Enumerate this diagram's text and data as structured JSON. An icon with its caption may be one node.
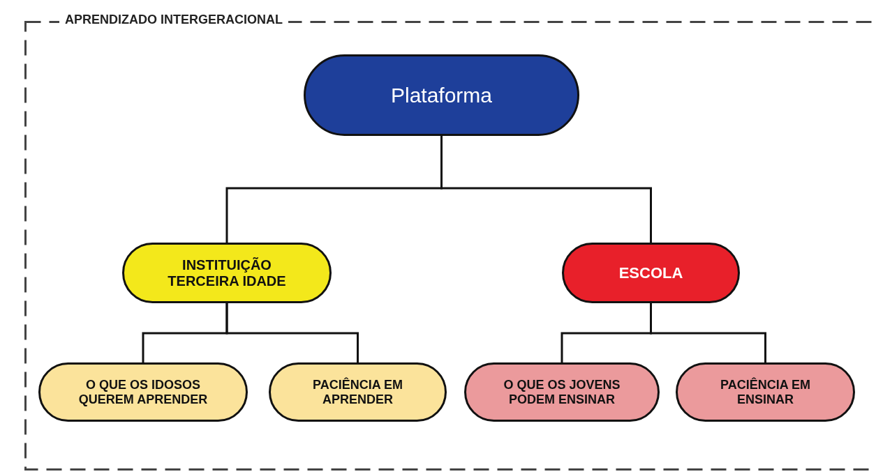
{
  "diagram": {
    "nodes": [
      {
        "text": [
          "APRENDIZADO INTERGERACIONAL"
        ]
      },
      {
        "text": [
          "Plataforma"
        ],
        "in": 0
      },
      {
        "text": [
          "INSTITUIÇÃO TERCEIRA IDADE"
        ],
        "in": 0
      },
      {
        "text": [
          "ESCOLA"
        ],
        "in": 0
      },
      {
        "text": [
          "O QUE OS IDOSOS QUEREM APRENDER"
        ],
        "in": 0
      },
      {
        "text": [
          "PACIÊNCIA EM APRENDER"
        ],
        "in": 0
      },
      {
        "text": [
          "O QUE OS JOVENS PODEM ENSINAR"
        ],
        "in": 0
      },
      {
        "text": [
          "PACIÊNCIA EM ENSINAR"
        ],
        "in": 0
      }
    ],
    "edges": [
      {
        "from": 1,
        "to": 2,
        "arrow": "none"
      },
      {
        "from": 1,
        "to": 3,
        "arrow": "none"
      },
      {
        "from": 2,
        "to": 4,
        "arrow": "none"
      },
      {
        "from": 2,
        "to": 5,
        "arrow": "none"
      },
      {
        "from": 3,
        "to": 6,
        "arrow": "none"
      },
      {
        "from": 3,
        "to": 7,
        "arrow": "none"
      }
    ]
  }
}
